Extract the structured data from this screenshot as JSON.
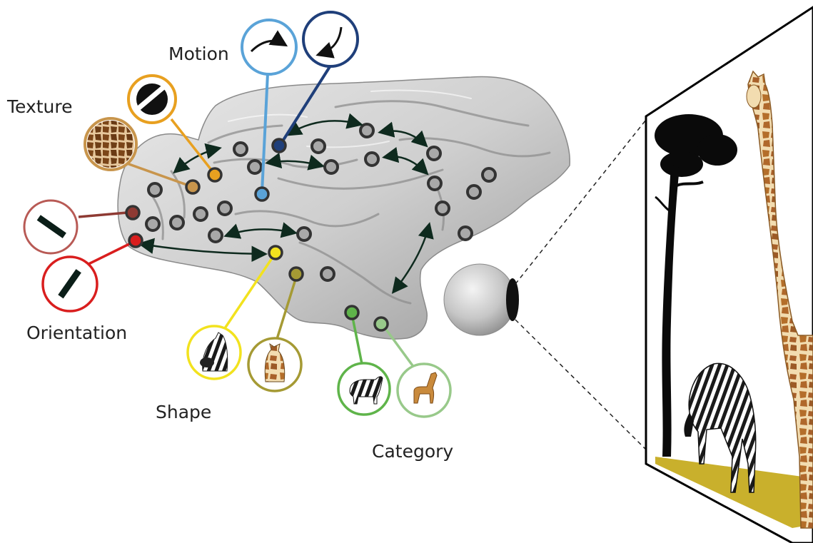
{
  "labels": {
    "motion": "Motion",
    "texture": "Texture",
    "orientation": "Orientation",
    "shape": "Shape",
    "category": "Category"
  },
  "colors": {
    "motion_a": "#5aa3d8",
    "motion_b": "#1f3f7a",
    "texture_stripes": "#e8a020",
    "texture_giraffe": "#c8954c",
    "orientation_a": "#8e3a33",
    "orientation_b": "#d91e1e",
    "shape_zebra": "#f2e21e",
    "shape_giraffe": "#a59a34",
    "category_zebra": "#5fb44a",
    "category_giraffe": "#98c98a",
    "grey_node_ring": "#333333",
    "arrow": "#0e2a1e"
  },
  "icons": {
    "motion_a": "curved-right-arrow-icon",
    "motion_b": "curved-down-left-arrow-icon",
    "texture_a": "diagonal-stripes-icon",
    "texture_b": "giraffe-skin-texture-icon",
    "orientation_a": "oriented-bar-icon",
    "orientation_b": "oriented-bar-icon",
    "shape_a": "zebra-head-icon",
    "shape_b": "giraffe-head-icon",
    "category_a": "zebra-icon",
    "category_b": "giraffe-icon",
    "eye": "eyeball-icon",
    "scene": "savanna-scene-icon"
  }
}
